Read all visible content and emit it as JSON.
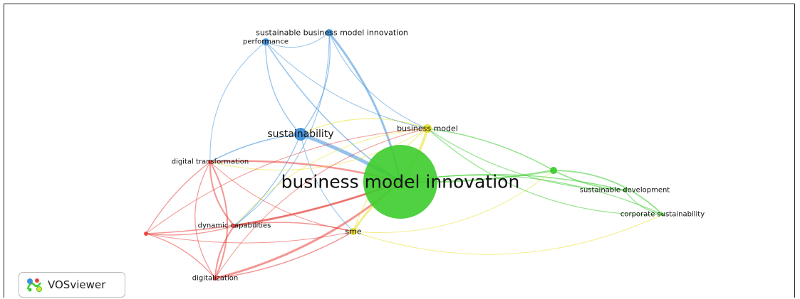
{
  "brand": {
    "name": "VOSviewer"
  },
  "clusters": {
    "red": "#e8413c",
    "blue": "#3e8fd8",
    "green": "#3dcc2e",
    "yellow": "#e8e02a"
  },
  "nodes": [
    {
      "id": "bmi",
      "label": "business model innovation",
      "cluster": "green"
    },
    {
      "id": "sust",
      "label": "sustainability",
      "cluster": "blue"
    },
    {
      "id": "bm",
      "label": "business model",
      "cluster": "yellow"
    },
    {
      "id": "sbmi",
      "label": "sustainable business model innovation",
      "cluster": "blue"
    },
    {
      "id": "perf",
      "label": "performance",
      "cluster": "blue"
    },
    {
      "id": "dt",
      "label": "digital transformation",
      "cluster": "red"
    },
    {
      "id": "dc",
      "label": "dynamic capabilities",
      "cluster": "red"
    },
    {
      "id": "dig",
      "label": "digitalization",
      "cluster": "red"
    },
    {
      "id": "sme",
      "label": "sme",
      "cluster": "yellow"
    },
    {
      "id": "sd",
      "label": "sustainable development",
      "cluster": "green"
    },
    {
      "id": "cs",
      "label": "corporate sustainability",
      "cluster": "green"
    },
    {
      "id": "g1",
      "label": "",
      "cluster": "green"
    },
    {
      "id": "r1",
      "label": "",
      "cluster": "red"
    }
  ]
}
